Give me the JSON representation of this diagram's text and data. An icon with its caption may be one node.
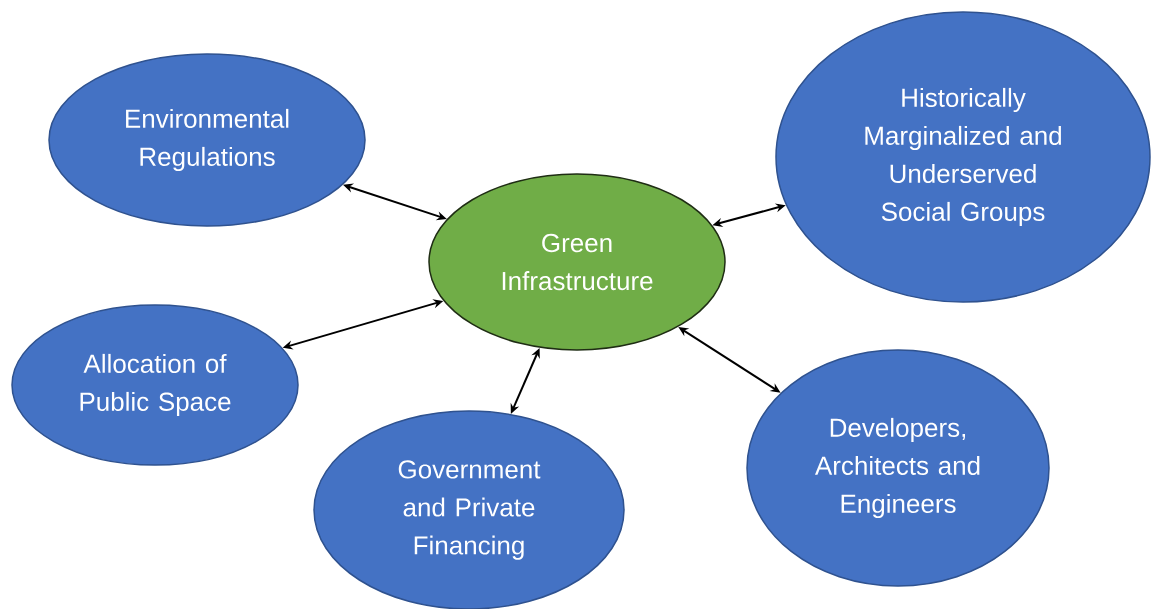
{
  "diagram": {
    "nodes": [
      {
        "text": [
          "Environmental Regulations"
        ]
      },
      {
        "text": [
          "Historically Marginalized and Underserved Social Groups"
        ]
      },
      {
        "text": [
          "Green Infrastructure"
        ]
      },
      {
        "text": [
          "Allocation of Public Space"
        ]
      },
      {
        "text": [
          "Developers, Architects and Engineers"
        ]
      },
      {
        "text": [
          "Government and Private Financing"
        ]
      }
    ],
    "edges": [
      {
        "from": 2,
        "to": 0,
        "arrow": "both"
      },
      {
        "from": 2,
        "to": 1,
        "arrow": "both"
      },
      {
        "from": 2,
        "to": 3,
        "arrow": "both"
      },
      {
        "from": 2,
        "to": 5,
        "arrow": "both"
      },
      {
        "from": 2,
        "to": 4,
        "arrow": "both"
      }
    ]
  }
}
